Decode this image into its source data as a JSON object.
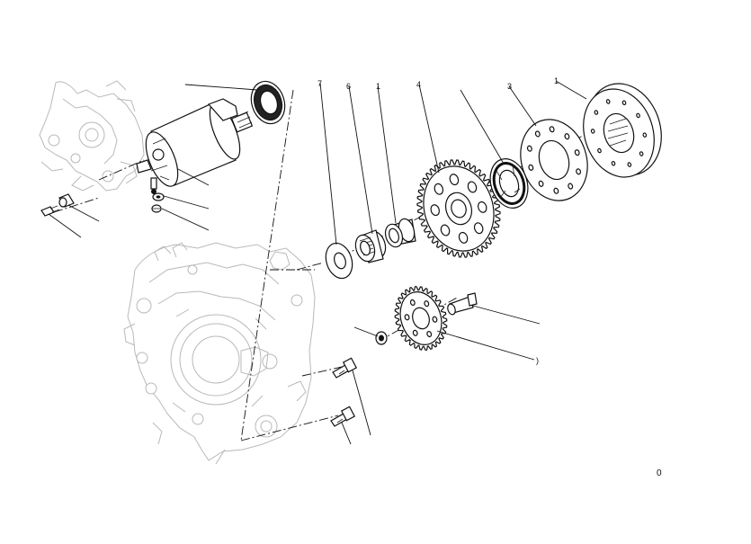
{
  "figure": {
    "callouts": [
      {
        "id": "c1",
        "text": "7"
      },
      {
        "id": "c2",
        "text": "6"
      },
      {
        "id": "c3",
        "text": "1"
      },
      {
        "id": "c4",
        "text": "4"
      },
      {
        "id": "c5",
        "text": "3"
      },
      {
        "id": "c6",
        "text": "1"
      },
      {
        "id": "c7",
        "text": ")"
      }
    ],
    "page_number": "0"
  },
  "colors": {
    "ink": "#111111",
    "ghost": "#b9b9b9",
    "background": "#ffffff"
  }
}
